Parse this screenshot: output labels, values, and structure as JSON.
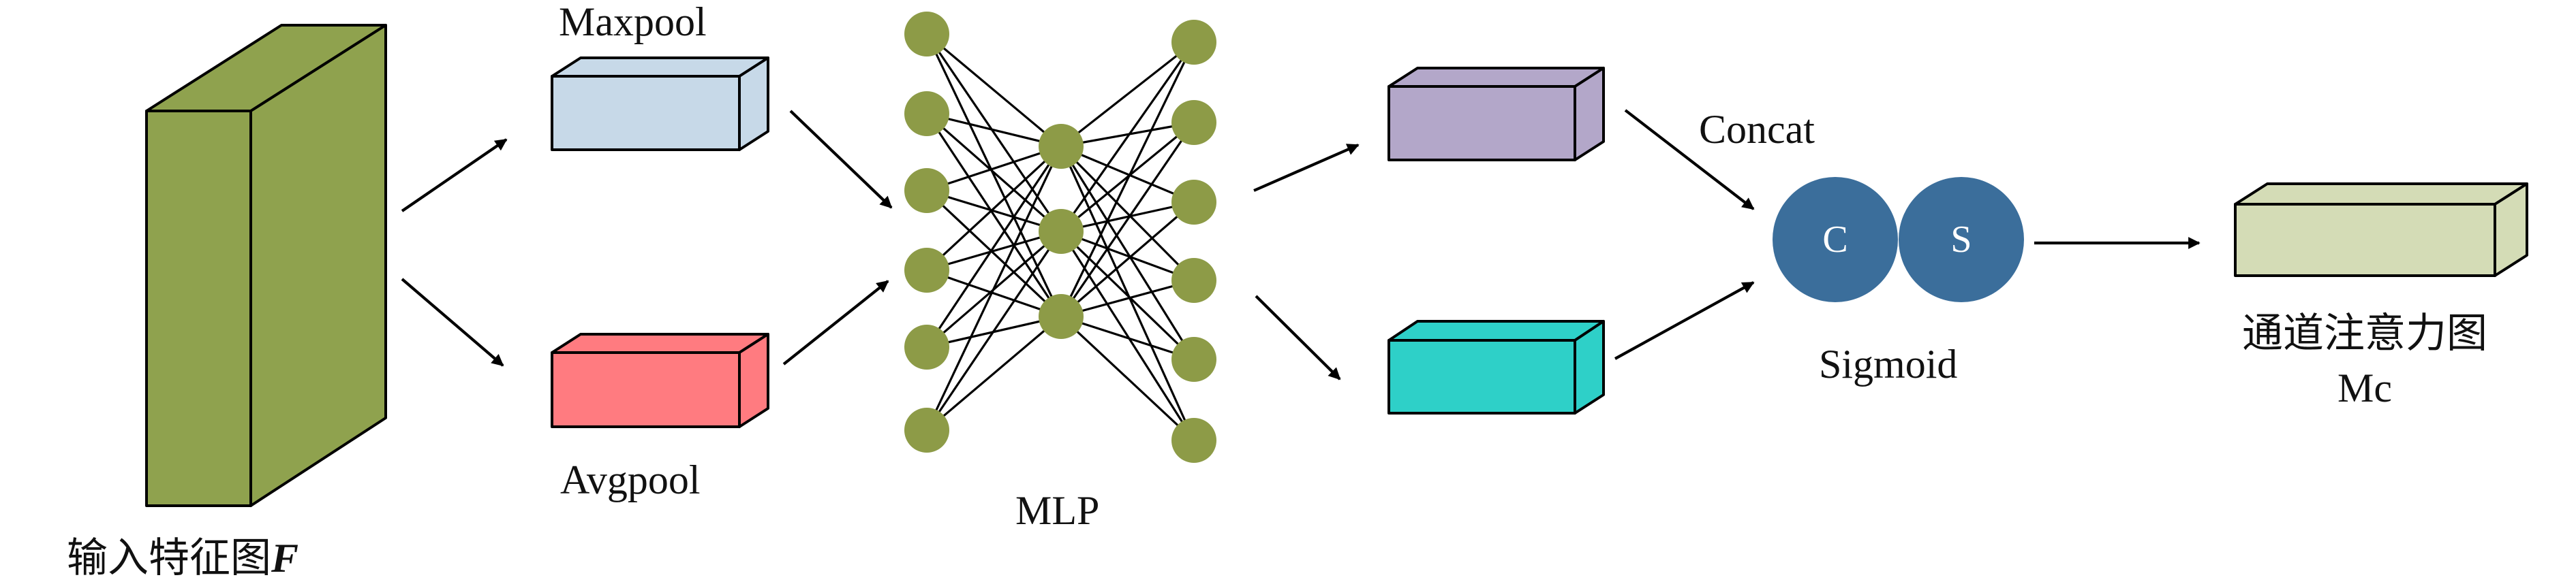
{
  "diagram": {
    "input": {
      "label_cn": "输入特征图",
      "label_var": "F",
      "color": "#8fa24e"
    },
    "maxpool": {
      "label": "Maxpool",
      "color": "#c7d9e8"
    },
    "avgpool": {
      "label": "Avgpool",
      "color": "#ff7b80"
    },
    "mlp": {
      "label": "MLP",
      "node_color": "#8d9b47",
      "layers": [
        6,
        3,
        6
      ]
    },
    "mlp_out_top": {
      "color": "#b3a7c9"
    },
    "mlp_out_bottom": {
      "color": "#2ed0c8"
    },
    "concat": {
      "label": "Concat"
    },
    "c_circle": {
      "letter": "C",
      "color": "#3b6e9b"
    },
    "s_circle": {
      "letter": "S",
      "color": "#3b6e9b"
    },
    "sigmoid": {
      "label": "Sigmoid"
    },
    "output": {
      "label_line1": "通道注意力图",
      "label_line2": "Mc",
      "color": "#d4dcb6"
    }
  }
}
